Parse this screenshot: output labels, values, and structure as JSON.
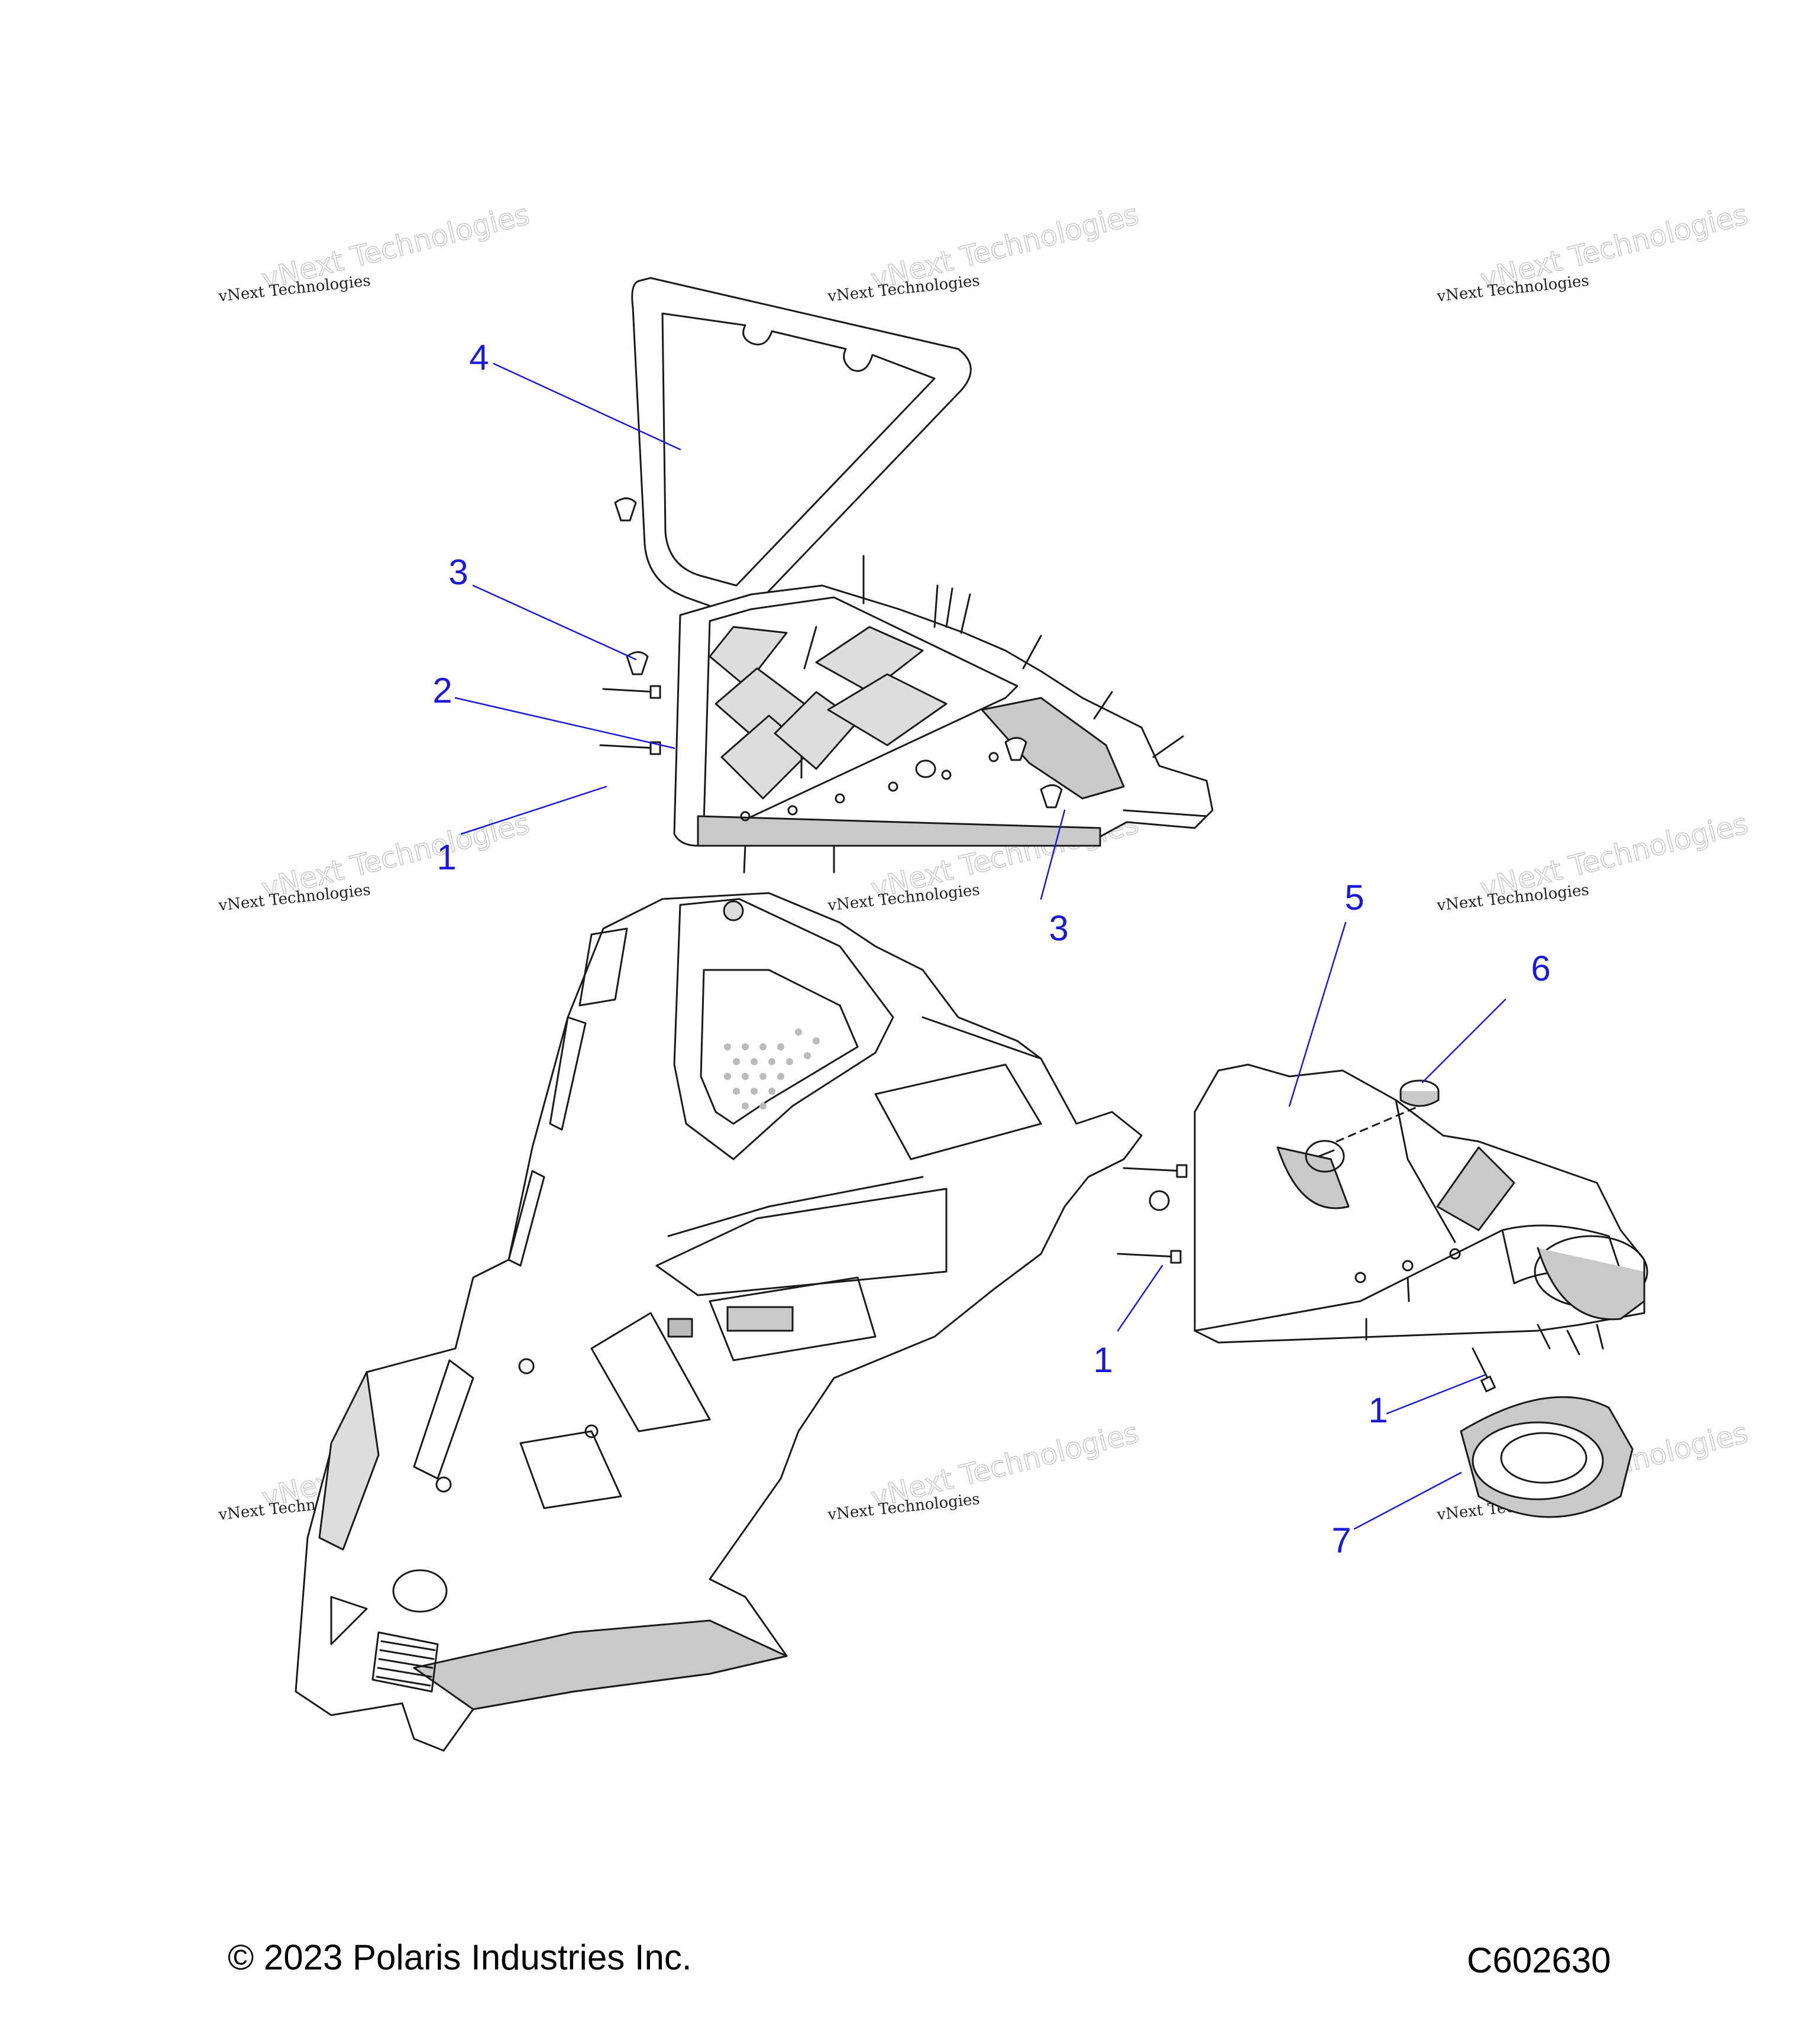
{
  "diagram": {
    "callouts": [
      {
        "id": "c4",
        "label": "4"
      },
      {
        "id": "c3a",
        "label": "3"
      },
      {
        "id": "c2",
        "label": "2"
      },
      {
        "id": "c1a",
        "label": "1"
      },
      {
        "id": "c3b",
        "label": "3"
      },
      {
        "id": "c5",
        "label": "5"
      },
      {
        "id": "c6",
        "label": "6"
      },
      {
        "id": "c1b",
        "label": "1"
      },
      {
        "id": "c1c",
        "label": "1"
      },
      {
        "id": "c7",
        "label": "7"
      }
    ],
    "watermark": {
      "text": "vNext Technologies"
    },
    "footer": {
      "copyright": "© 2023 Polaris Industries Inc.",
      "figure_code": "C602630"
    },
    "colors": {
      "callout": "#1a1ad6",
      "line": "#1a1a1a",
      "shade": "#c9c9c9"
    }
  }
}
